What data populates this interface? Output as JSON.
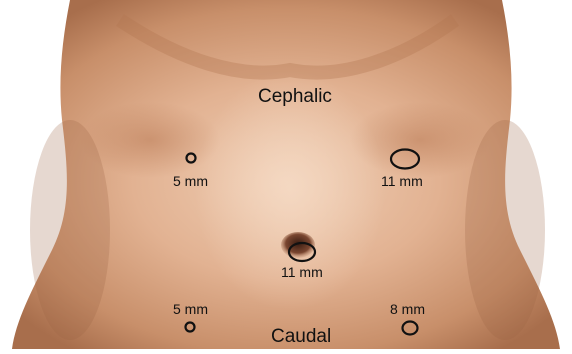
{
  "orientation": {
    "top_label": "Cephalic",
    "bottom_label": "Caudal"
  },
  "ports": [
    {
      "id": "left-upper",
      "size_label": "5 mm"
    },
    {
      "id": "right-upper",
      "size_label": "11 mm"
    },
    {
      "id": "umbilical",
      "size_label": "11 mm"
    },
    {
      "id": "left-lower",
      "size_label": "5 mm"
    },
    {
      "id": "right-lower",
      "size_label": "8 mm"
    }
  ],
  "colors": {
    "skin_light": "#e9c1a4",
    "skin_mid": "#d29b77",
    "skin_dark": "#a8704e",
    "port_outline": "#111111"
  }
}
